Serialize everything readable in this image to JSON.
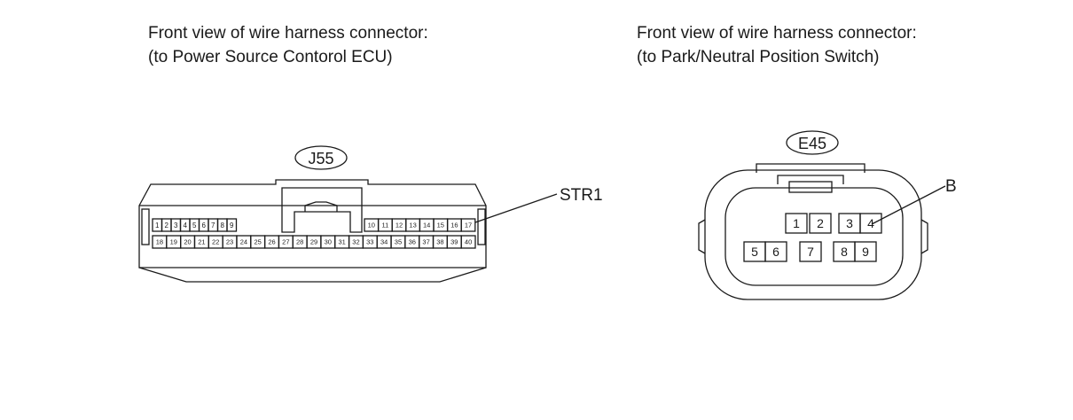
{
  "left_connector": {
    "caption_line1": "Front view of wire harness connector:",
    "caption_line2": "(to Power Source Contorol ECU)",
    "code": "J55",
    "callout": "STR1",
    "pins_top": [
      "1",
      "2",
      "3",
      "4",
      "5",
      "6",
      "7",
      "8",
      "9",
      "10",
      "11",
      "12",
      "13",
      "14",
      "15",
      "16",
      "17"
    ],
    "pins_bottom": [
      "18",
      "19",
      "20",
      "21",
      "22",
      "23",
      "24",
      "25",
      "26",
      "27",
      "28",
      "29",
      "30",
      "31",
      "32",
      "33",
      "34",
      "35",
      "36",
      "37",
      "38",
      "39",
      "40"
    ]
  },
  "right_connector": {
    "caption_line1": "Front view of wire harness connector:",
    "caption_line2": "(to Park/Neutral Position Switch)",
    "code": "E45",
    "callout": "B",
    "pins": [
      "1",
      "2",
      "3",
      "4",
      "5",
      "6",
      "7",
      "8",
      "9"
    ]
  }
}
